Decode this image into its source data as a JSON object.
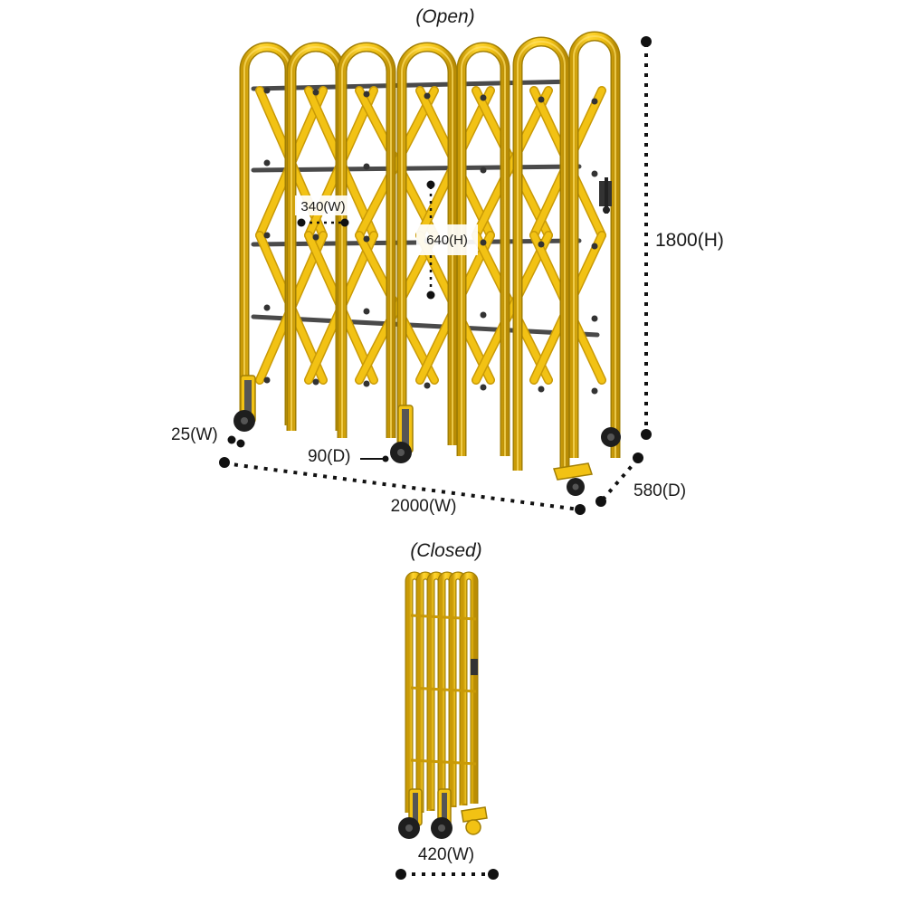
{
  "titles": {
    "open": "(Open)",
    "closed": "(Closed)"
  },
  "dimensions": {
    "height": "1800(H)",
    "width_open": "2000(W)",
    "depth": "580(D)",
    "panel_width": "340(W)",
    "panel_height": "640(H)",
    "bar_width": "25(W)",
    "wheel_depth": "90(D)",
    "width_closed": "420(W)"
  },
  "colors": {
    "gate_yellow": "#f2c214",
    "gate_shadow": "#c99a06",
    "gate_highlight": "#ffe066",
    "rod": "#4a4a4a",
    "wheel": "#1e1e1e",
    "dots": "#111111"
  }
}
